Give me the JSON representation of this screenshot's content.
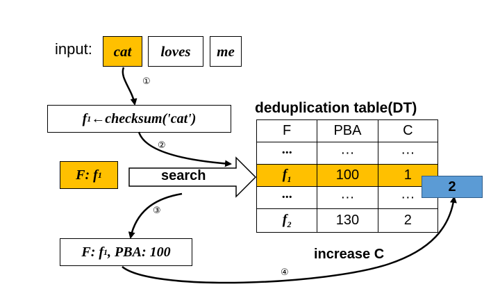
{
  "input": {
    "label": "input:",
    "words": [
      "cat",
      "loves",
      "me"
    ]
  },
  "checksum_box": {
    "f": "f",
    "sub": "1",
    "expr": "←checksum('cat')"
  },
  "f_box": {
    "prefix": "F: f",
    "sub": "1"
  },
  "result_box": {
    "prefix": "F: f",
    "sub": "1",
    "suffix": ", PBA:  100"
  },
  "search_label": "search",
  "increase_label": "increase C",
  "steps": [
    "①",
    "②",
    "③",
    "④"
  ],
  "table": {
    "title": "deduplication table(DT)",
    "headers": [
      "F",
      "PBA",
      "C"
    ],
    "rows": [
      {
        "f": "···",
        "sub": "",
        "pba": "···",
        "c": "···",
        "highlight": false
      },
      {
        "f": "f",
        "sub": "1",
        "pba": "100",
        "c": "1",
        "highlight": true
      },
      {
        "f": "···",
        "sub": "",
        "pba": "···",
        "c": "···",
        "highlight": false
      },
      {
        "f": "f",
        "sub": "2",
        "pba": "130",
        "c": "2",
        "highlight": false
      }
    ]
  },
  "new_count": "2",
  "colors": {
    "highlight": "#FFC000",
    "blue_box": "#5B9BD5"
  }
}
